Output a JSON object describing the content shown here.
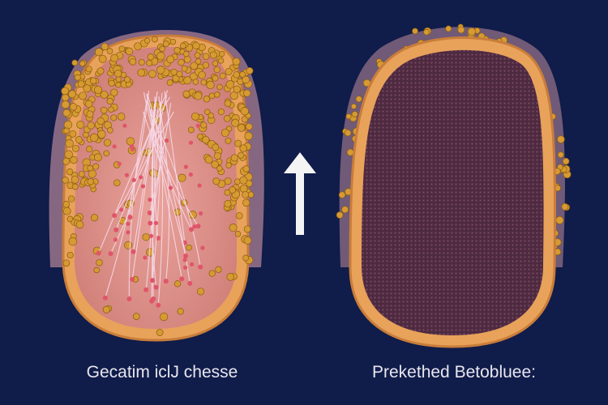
{
  "colors": {
    "background": "#101c4a",
    "capsule_rim": "#e8a25a",
    "bead_fill": "#d69a32",
    "bead_stroke": "#8a5a10",
    "left_inner": "#d98a82",
    "fibers": "#f6d8e8",
    "red_dots": "#e0556a",
    "right_inner": "#4e2a40",
    "arrow": "#f4f4f4",
    "caption_text": "#e8e6ee"
  },
  "panels": {
    "left": {
      "caption": "Gecatim iclJ chesse"
    },
    "right": {
      "caption": "Prekethed Betobluee:"
    }
  },
  "arrow": {
    "direction": "up",
    "icon": "up-arrow-icon"
  }
}
